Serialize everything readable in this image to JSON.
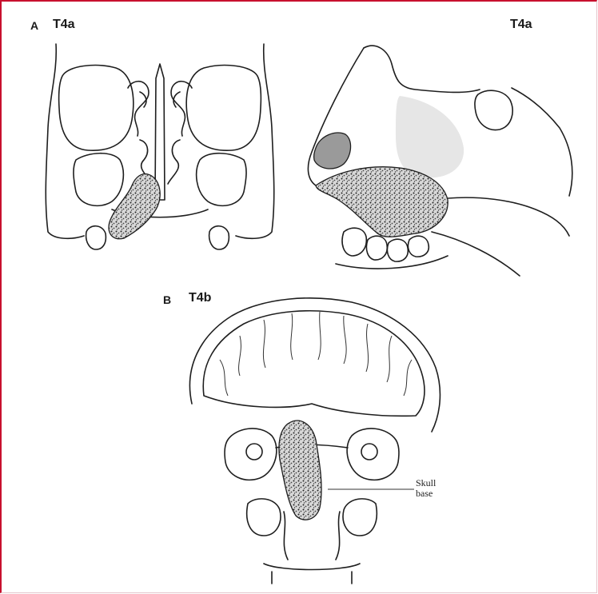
{
  "figure": {
    "panel_a": {
      "letter": "A",
      "coronal_stage": "T4a",
      "sagittal_stage": "T4a"
    },
    "panel_b": {
      "letter": "B",
      "stage": "T4b",
      "callout": {
        "line1": "Skull",
        "line2": "base"
      }
    }
  },
  "colors": {
    "frame_border": "#c8102e",
    "ink": "#1e1e1e",
    "tumor_shade": "#9a9a9a"
  }
}
